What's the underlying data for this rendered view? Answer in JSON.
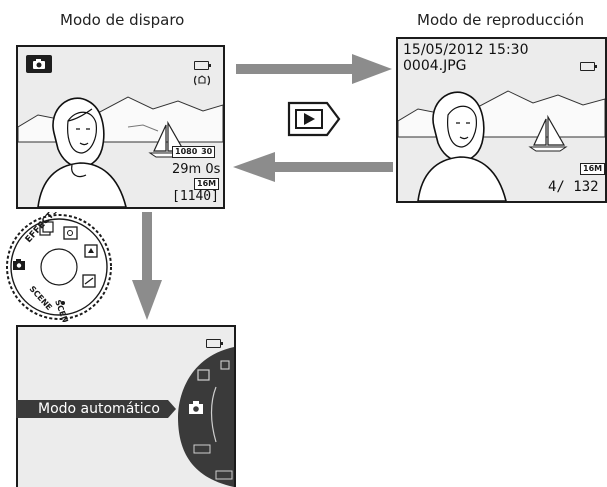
{
  "labels": {
    "shooting_mode": "Modo de disparo",
    "playback_mode": "Modo de reproducción"
  },
  "shooting_screen": {
    "movie_quality": "1080",
    "movie_rate": "30",
    "remaining_time": "29m 0s",
    "image_size": "16M",
    "shots_remaining": "[1140]"
  },
  "playback_screen": {
    "datetime": "15/05/2012 15:30",
    "filename": "0004.JPG",
    "image_size": "16M",
    "frame_counter": "4/ 132"
  },
  "menu_screen": {
    "selected_mode": "Modo automático"
  },
  "dial": {
    "labels": [
      "EFFECTS",
      "SCENE",
      "SCENE"
    ]
  },
  "icons": [
    "camera-icon",
    "battery-icon",
    "vr-icon",
    "play-button-icon",
    "mode-dial-icon",
    "continuous-icon",
    "smart-portrait-icon",
    "scene-auto-icon",
    "easy-auto-icon",
    "special-effects-icon"
  ],
  "colors": {
    "arrow": "#8c8c8c",
    "screen_bg": "#ececec",
    "dark": "#1e1e1e"
  }
}
